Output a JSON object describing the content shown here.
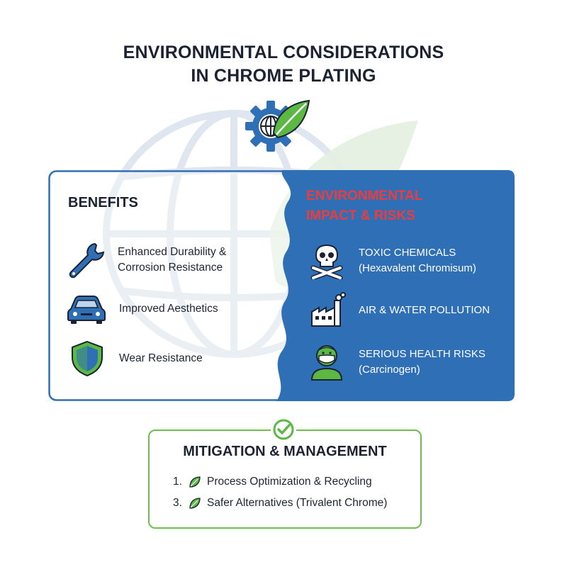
{
  "title": {
    "line1": "ENVIRONMENTAL CONSIDERATIONS",
    "line2": "IN CHROME PLATING"
  },
  "colors": {
    "blue": "#2f6fb5",
    "green": "#5bb842",
    "red": "#ef3b3b",
    "navy": "#1b2333"
  },
  "benefits": {
    "heading": "BENEFITS",
    "items": [
      {
        "icon": "wrench-icon",
        "line1": "Enhanced Durability &",
        "line2": "Corrosion Resistance"
      },
      {
        "icon": "car-icon",
        "line1": "Improved Aesthetics",
        "line2": ""
      },
      {
        "icon": "shield-icon",
        "line1": "Wear Resistance",
        "line2": ""
      }
    ]
  },
  "risks": {
    "heading_line1": "ENVIRONMENTAL",
    "heading_line2": "IMPACT & RISKS",
    "items": [
      {
        "icon": "skull-crossbones-icon",
        "line1": "TOXIC CHEMICALS",
        "line2": "(Hexavalent Chromisum)"
      },
      {
        "icon": "factory-icon",
        "line1": "AIR & WATER POLLUTION",
        "line2": ""
      },
      {
        "icon": "masked-person-icon",
        "line1": "SERIOUS HEALTH RISKS",
        "line2": "(Carcinogen)"
      }
    ]
  },
  "mitigation": {
    "heading": "MITIGATION & MANAGEMENT",
    "items": [
      {
        "number": "1.",
        "label": "Process Optimization & Recycling"
      },
      {
        "number": "3.",
        "label": "Safer Alternatives (Trivalent Chrome)"
      }
    ]
  }
}
